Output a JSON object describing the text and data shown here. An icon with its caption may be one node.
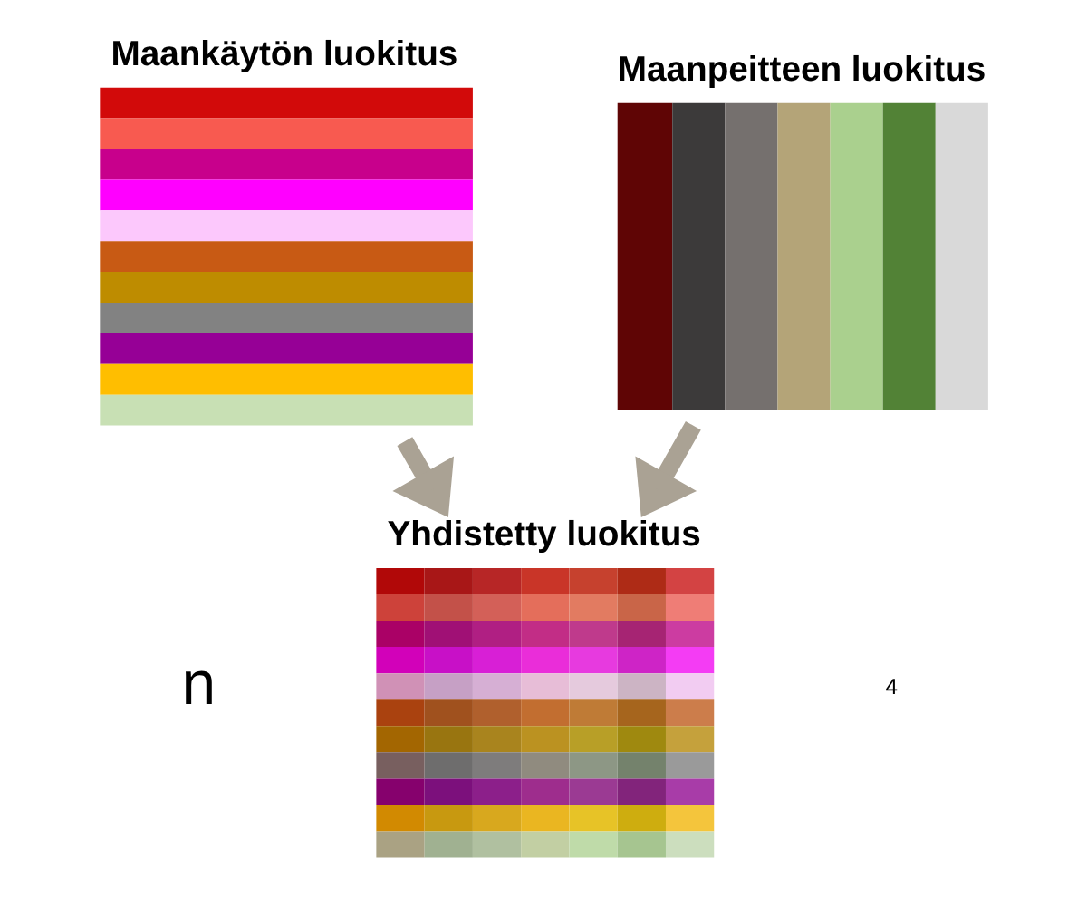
{
  "diagram": {
    "nodes": [
      {
        "text": [
          "Maankäytön luokitus"
        ]
      },
      {
        "text": [
          "Maanpeitteen luokitus"
        ]
      },
      {
        "text": [
          "Yhdistetty luokitus"
        ]
      }
    ],
    "edges": [
      {
        "from": 0,
        "to": 2,
        "arrow": "to"
      },
      {
        "from": 1,
        "to": 2,
        "arrow": "to"
      }
    ],
    "labels": [
      "n",
      "4"
    ]
  }
}
